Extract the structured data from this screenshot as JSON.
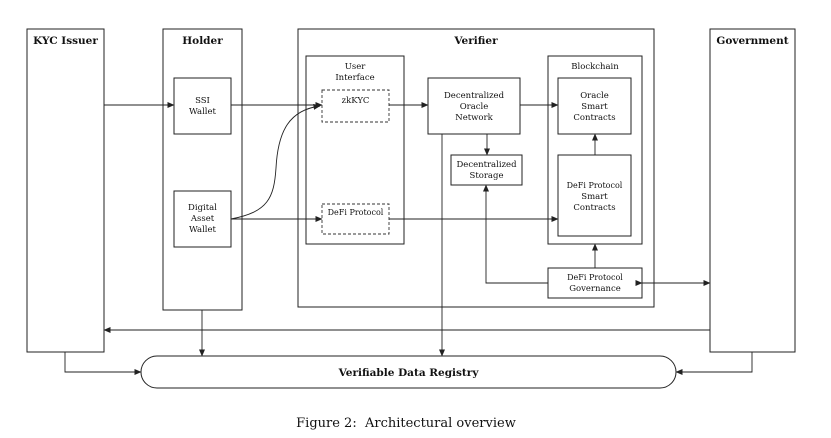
{
  "lanes": {
    "kyc_issuer": "KYC Issuer",
    "holder": "Holder",
    "verifier": "Verifier",
    "government": "Government"
  },
  "holder": {
    "ssi_wallet": [
      "SSI",
      "Wallet"
    ],
    "digital_asset_wallet": [
      "Digital",
      "Asset",
      "Wallet"
    ]
  },
  "verifier": {
    "user_interface": [
      "User",
      "Interface"
    ],
    "zkkyc": "zkKYC",
    "defi_protocol": "DeFi Protocol",
    "oracle_network": [
      "Decentralized",
      "Oracle",
      "Network"
    ],
    "storage": [
      "Decentralized",
      "Storage"
    ],
    "blockchain": "Blockchain",
    "oracle_contracts": [
      "Oracle",
      "Smart",
      "Contracts"
    ],
    "defi_contracts": [
      "DeFi Protocol",
      "Smart",
      "Contracts"
    ],
    "governance": [
      "DeFi Protocol",
      "Governance"
    ]
  },
  "registry": "Verifiable Data Registry",
  "caption": "Figure 2:  Architectural overview"
}
